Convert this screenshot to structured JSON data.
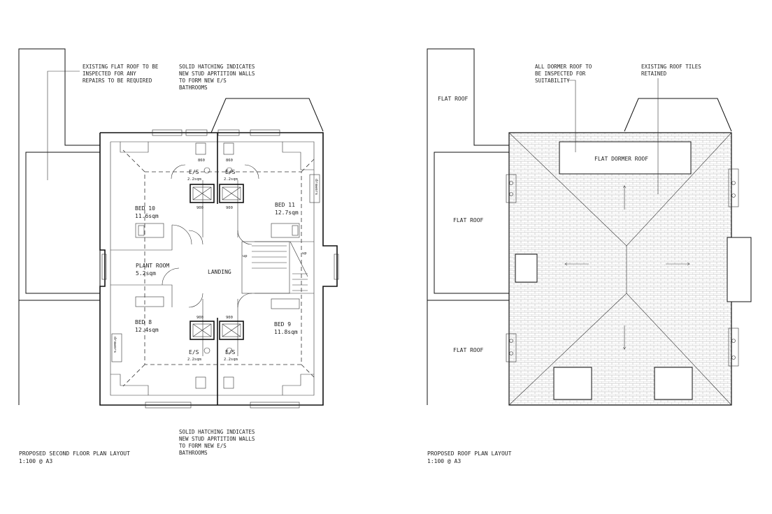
{
  "floor_plan": {
    "notes": {
      "flat_roof": [
        "EXISTING FLAT ROOF TO BE",
        "INSPECTED FOR ANY",
        "REPAIRS TO BE REQUIRED"
      ],
      "hatching_top": [
        "SOLID HATCHING INDICATES",
        "NEW STUD APRTITION WALLS",
        "TO FORM NEW E/S",
        "BATHROOMS"
      ],
      "hatching_bottom": [
        "SOLID HATCHING INDICATES",
        "NEW STUD APRTITION WALLS",
        "TO FORM NEW E/S",
        "BATHROOMS"
      ]
    },
    "rooms": {
      "bed10": [
        "BED 10",
        "11.6sqm"
      ],
      "bed11": [
        "BED 11",
        "12.7sqm"
      ],
      "bed8": [
        "BED 8",
        "12.4sqm"
      ],
      "bed9": [
        "BED 9",
        "11.8sqm"
      ],
      "plant": [
        "PLANT ROOM",
        "5.2sqm"
      ],
      "landing": "LANDING",
      "es_tl": [
        "E/S",
        "2.2sqm"
      ],
      "es_tr": [
        "E/S",
        "2.2sqm"
      ],
      "es_bl": [
        "E/S",
        "2.2sqm"
      ],
      "es_br": [
        "E/S",
        "2.2sqm"
      ]
    },
    "fixtures": {
      "drawers": "drawers",
      "up": "up",
      "dims": [
        "900",
        "900",
        "900",
        "900",
        "860",
        "860"
      ]
    },
    "caption": [
      "PROPOSED SECOND FLOOR PLAN LAYOUT",
      "1:100 @ A3"
    ]
  },
  "roof_plan": {
    "notes": {
      "dormer": [
        "ALL DORMER ROOF TO",
        "BE INSPECTED FOR",
        "SUITABILITY"
      ],
      "tiles": [
        "EXISTING ROOF TILES",
        "RETAINED"
      ]
    },
    "labels": {
      "flat_roof_1": "FLAT ROOF",
      "flat_roof_2": "FLAT ROOF",
      "flat_roof_3": "FLAT ROOF",
      "flat_dormer": "FLAT DORMER ROOF"
    },
    "caption": [
      "PROPOSED ROOF PLAN LAYOUT",
      "1:100 @ A3"
    ]
  }
}
